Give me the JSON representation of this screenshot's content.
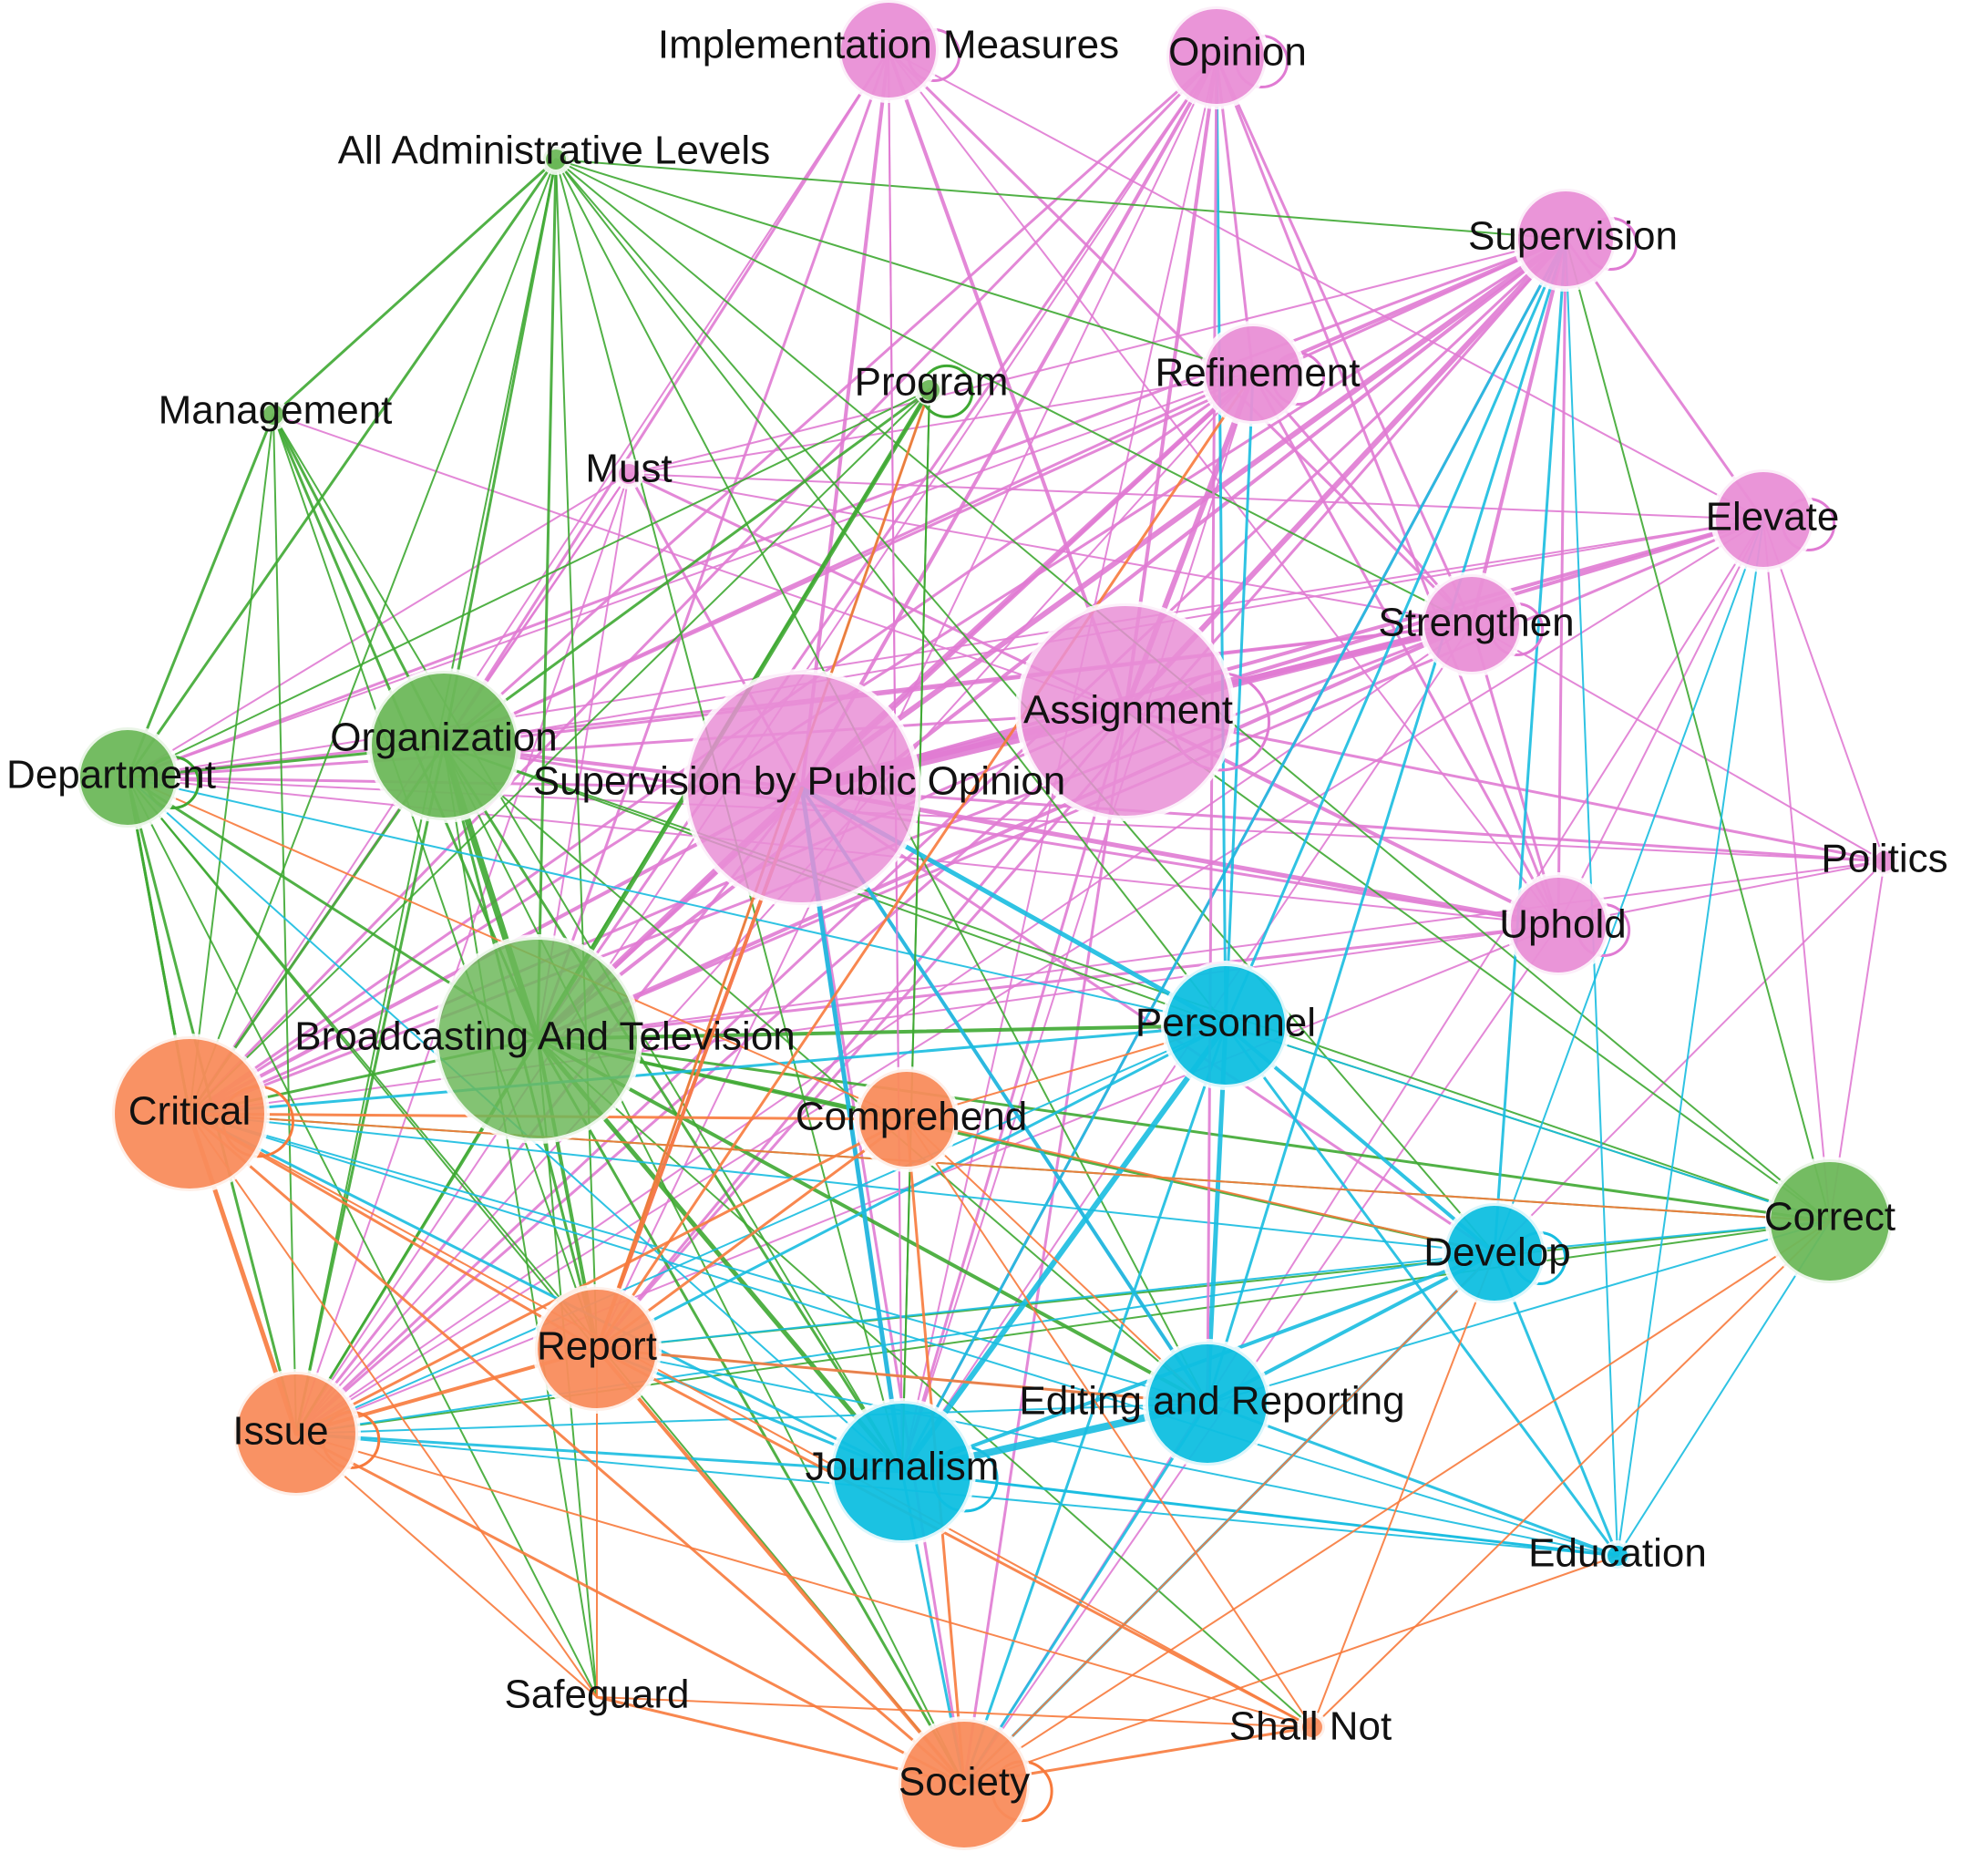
{
  "colors": {
    "pink": "#e98fd6",
    "green": "#6db85a",
    "blue": "#0fbfe0",
    "orange": "#f98c5c"
  },
  "edge_colors": {
    "pink": "#e07bd3",
    "green": "#3ea832",
    "blue": "#18bde0",
    "orange": "#f77a3c"
  },
  "nodes": [
    {
      "id": "implementation",
      "label": "Implementation Measures",
      "group": "pink",
      "size": "small",
      "loop": true
    },
    {
      "id": "opinion",
      "label": "Opinion",
      "group": "pink",
      "size": "small",
      "loop": true
    },
    {
      "id": "admin_levels",
      "label": "All Administrative Levels",
      "group": "green",
      "size": "tiny",
      "loop": false
    },
    {
      "id": "supervision",
      "label": "Supervision",
      "group": "pink",
      "size": "small",
      "loop": true
    },
    {
      "id": "refinement",
      "label": "Refinement",
      "group": "pink",
      "size": "small",
      "loop": true
    },
    {
      "id": "program",
      "label": "Program",
      "group": "green",
      "size": "tiny",
      "loop": true
    },
    {
      "id": "management",
      "label": "Management",
      "group": "green",
      "size": "tiny",
      "loop": false
    },
    {
      "id": "must",
      "label": "Must",
      "group": "pink",
      "size": "tiny",
      "loop": false
    },
    {
      "id": "elevate",
      "label": "Elevate",
      "group": "pink",
      "size": "small",
      "loop": true
    },
    {
      "id": "strengthen",
      "label": "Strengthen",
      "group": "pink",
      "size": "small",
      "loop": true
    },
    {
      "id": "assignment",
      "label": "Assignment",
      "group": "pink",
      "size": "huge",
      "loop": true
    },
    {
      "id": "organization",
      "label": "Organization",
      "group": "green",
      "size": "large",
      "loop": false
    },
    {
      "id": "department",
      "label": "Department",
      "group": "green",
      "size": "small",
      "loop": true
    },
    {
      "id": "spo",
      "label": "Supervision by Public Opinion",
      "group": "pink",
      "size": "huge",
      "loop": false
    },
    {
      "id": "politics",
      "label": "Politics",
      "group": "pink",
      "size": "tiny",
      "loop": false
    },
    {
      "id": "uphold",
      "label": "Uphold",
      "group": "pink",
      "size": "small",
      "loop": true
    },
    {
      "id": "personnel",
      "label": "Personnel",
      "group": "blue",
      "size": "medium",
      "loop": false
    },
    {
      "id": "broadcasting",
      "label": "Broadcasting And Television",
      "group": "green",
      "size": "huge",
      "loop": false
    },
    {
      "id": "critical",
      "label": "Critical",
      "group": "orange",
      "size": "large",
      "loop": true
    },
    {
      "id": "comprehend",
      "label": "Comprehend",
      "group": "orange",
      "size": "small",
      "loop": false
    },
    {
      "id": "correct",
      "label": "Correct",
      "group": "green",
      "size": "medium",
      "loop": false
    },
    {
      "id": "develop",
      "label": "Develop",
      "group": "blue",
      "size": "small",
      "loop": true
    },
    {
      "id": "report",
      "label": "Report",
      "group": "orange",
      "size": "medium",
      "loop": false
    },
    {
      "id": "editing",
      "label": "Editing and Reporting",
      "group": "blue",
      "size": "medium",
      "loop": false
    },
    {
      "id": "issue",
      "label": "Issue",
      "group": "orange",
      "size": "medium",
      "loop": true
    },
    {
      "id": "journalism",
      "label": "Journalism",
      "group": "blue",
      "size": "large",
      "loop": true
    },
    {
      "id": "education",
      "label": "Education",
      "group": "blue",
      "size": "tiny",
      "loop": false
    },
    {
      "id": "safeguard",
      "label": "Safeguard",
      "group": "orange",
      "size": "none",
      "loop": false
    },
    {
      "id": "shallnot",
      "label": "Shall Not",
      "group": "orange",
      "size": "tiny",
      "loop": false
    },
    {
      "id": "society",
      "label": "Society",
      "group": "orange",
      "size": "large",
      "loop": true
    }
  ]
}
